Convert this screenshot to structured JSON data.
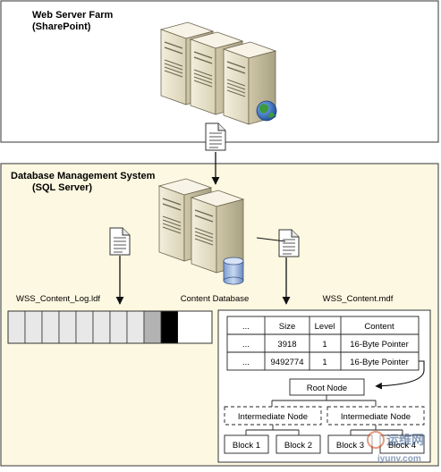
{
  "web_tier": {
    "title": "Web Server Farm",
    "subtitle": "(SharePoint)"
  },
  "db_tier": {
    "title": "Database Management System",
    "subtitle": "(SQL Server)",
    "db_label": "Content Database"
  },
  "log_file": {
    "label": "WSS_Content_Log.ldf",
    "segments": 12,
    "highlight_segments": [
      8,
      9
    ]
  },
  "mdf_file": {
    "label": "WSS_Content.mdf",
    "table": {
      "headers": [
        "...",
        "Size",
        "Level",
        "Content"
      ],
      "rows": [
        [
          "...",
          "3918",
          "1",
          "16-Byte Pointer"
        ],
        [
          "...",
          "9492774",
          "1",
          "16-Byte Pointer"
        ]
      ]
    },
    "tree": {
      "root": "Root Node",
      "intermediate": [
        "Intermediate Node",
        "Intermediate Node"
      ],
      "blocks": [
        "Block 1",
        "Block 2",
        "Block 3",
        "Block 4"
      ]
    }
  },
  "watermark": {
    "text": "iyunv.com",
    "logo_text": "运维网"
  },
  "colors": {
    "web_panel_bg": "#ffffff",
    "db_panel_bg": "#fdf8e1",
    "panel_border": "#555555",
    "server_body": "#ece6cf",
    "database_cylinder": "#9fb7df",
    "globe": "#2f6fbf",
    "log_gray": "#b3b3b3",
    "log_black": "#000000"
  }
}
